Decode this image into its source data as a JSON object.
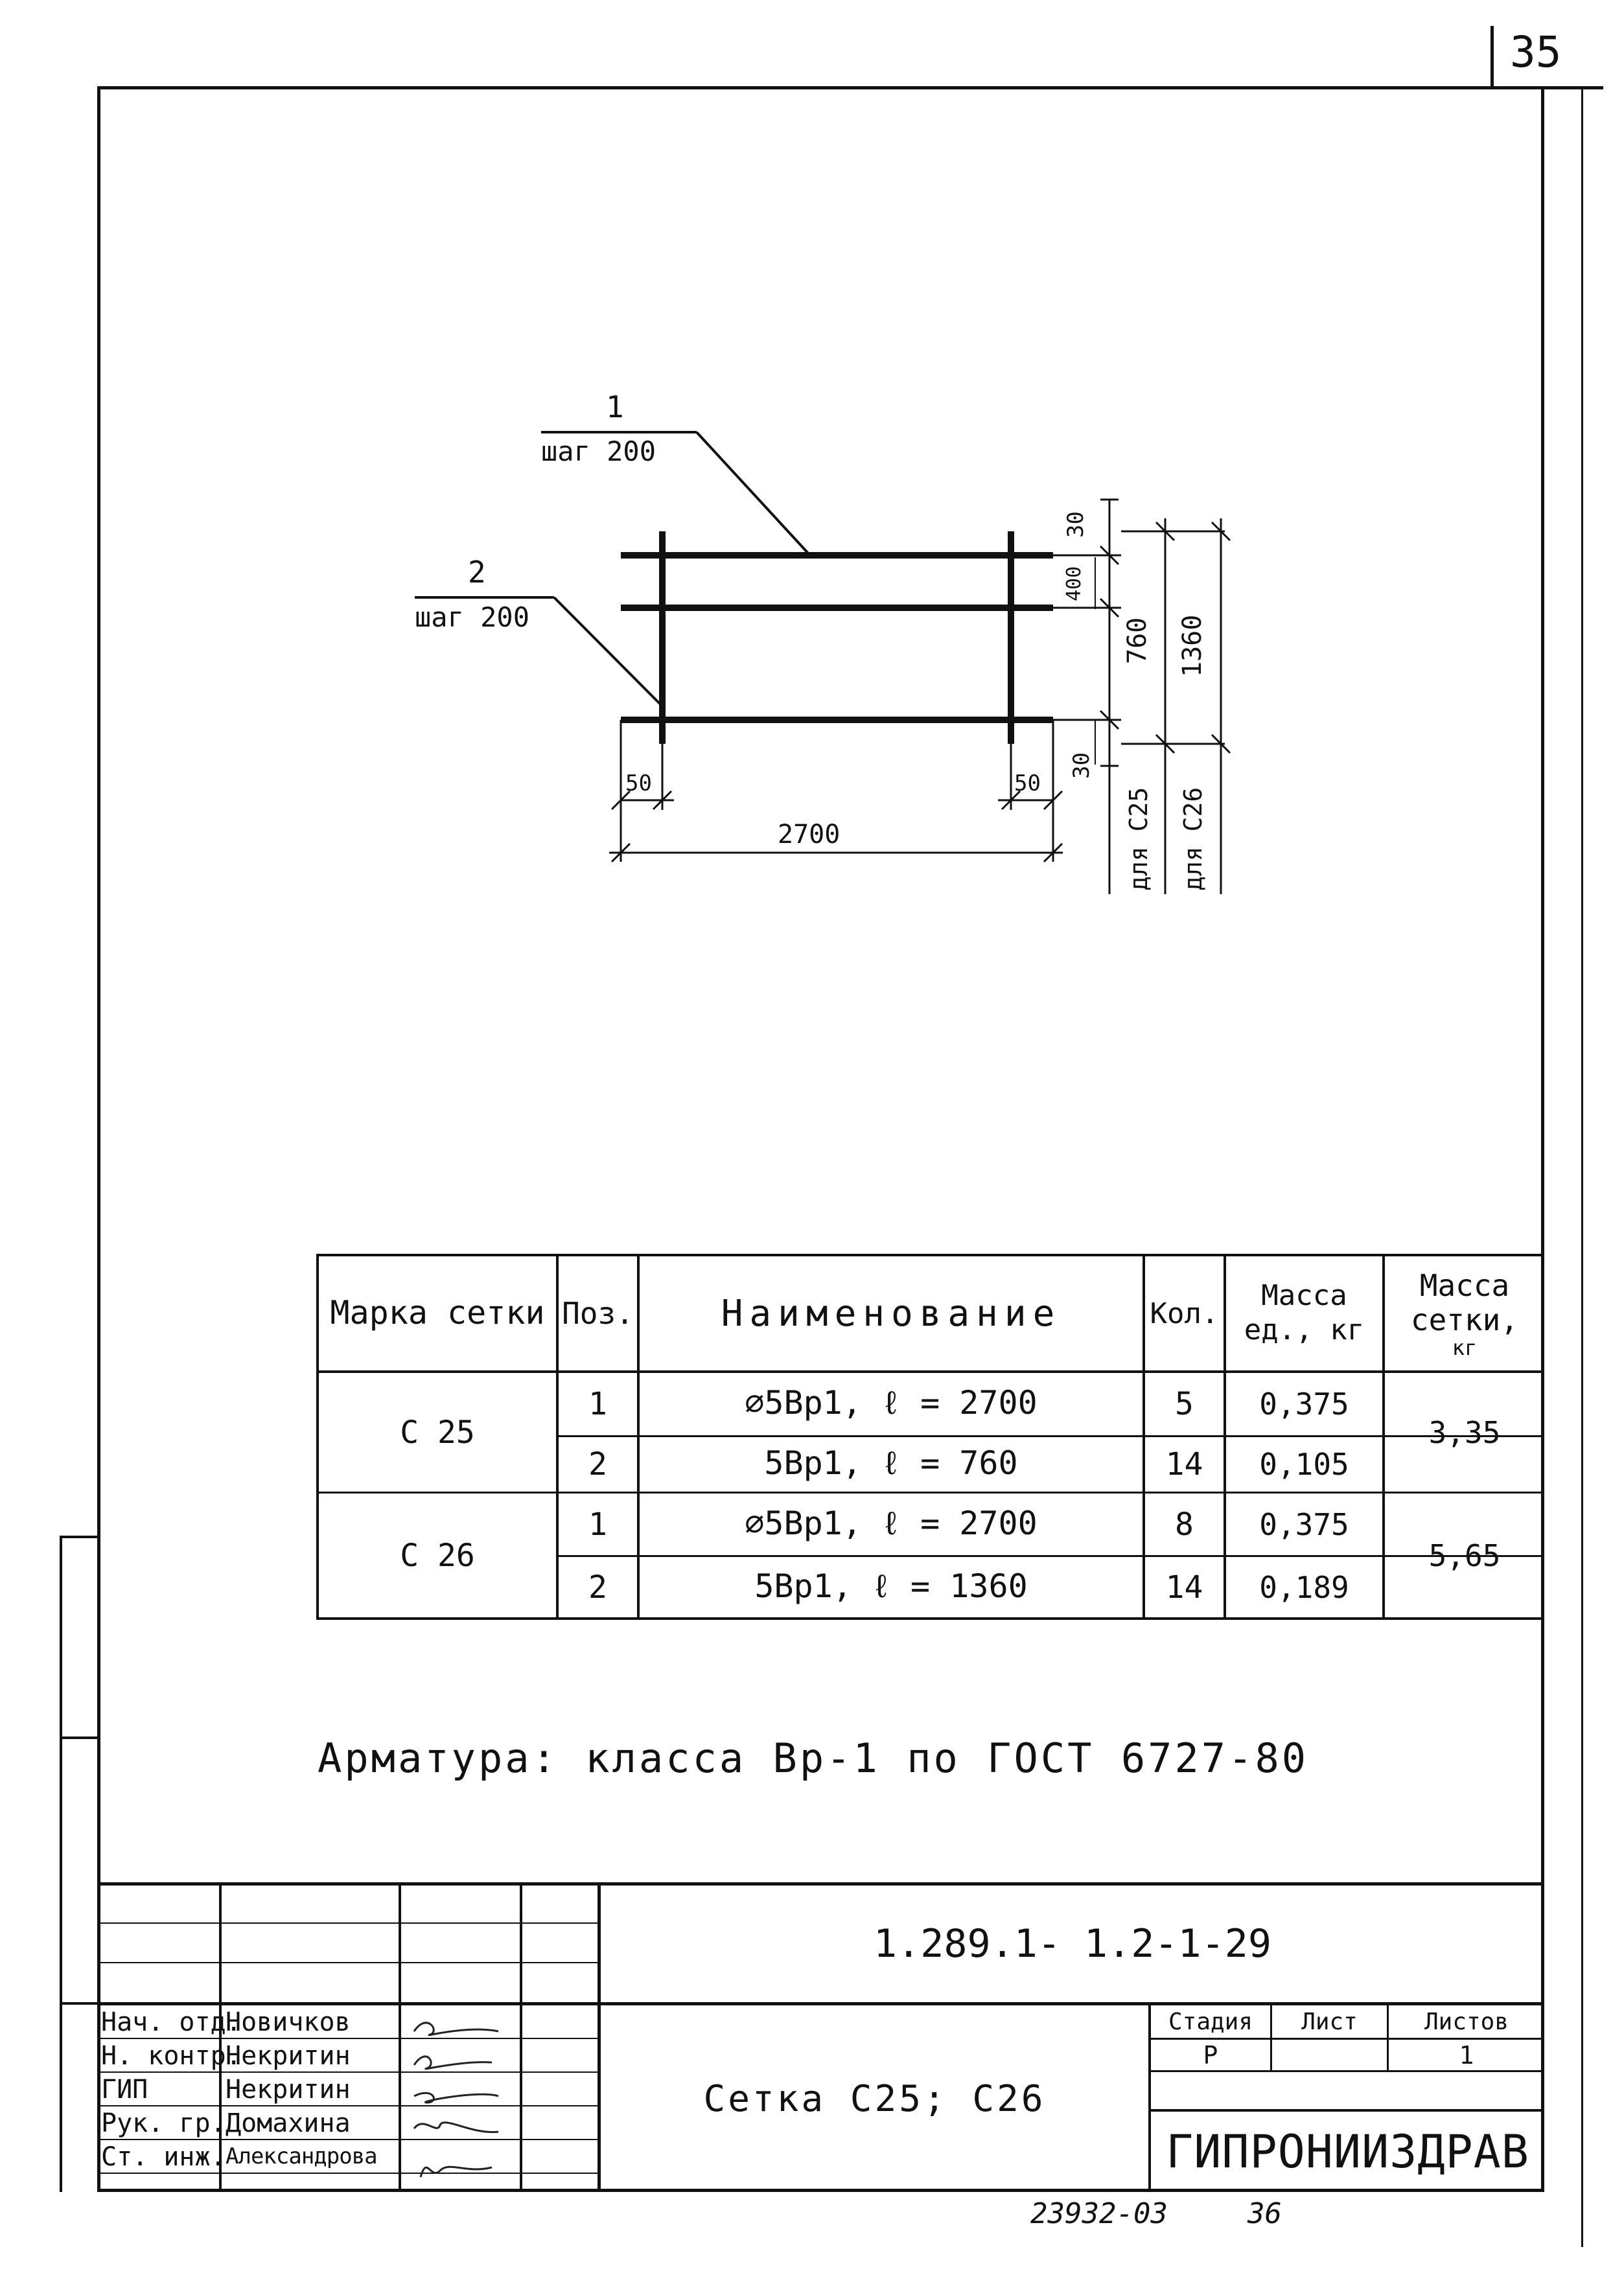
{
  "sheet_number": "35",
  "drawing": {
    "pos1_label": "1",
    "pos1_step": "шаг 200",
    "pos2_label": "2",
    "pos2_step": "шаг 200",
    "dim_30_top": "30",
    "dim_400": "400",
    "dim_760": "760",
    "dim_1360": "1360",
    "dim_30_bottom": "30",
    "dim_50_left": "50",
    "dim_50_right": "50",
    "dim_2700": "2700",
    "note_c25": "для С25",
    "note_c26": "для С26"
  },
  "spec_table": {
    "headers": {
      "mark": "Марка сетки",
      "pos": "Поз.",
      "name": "Наименование",
      "qty": "Кол.",
      "mass_unit": "Масса ед., кг",
      "mass_mesh_a": "Масса сетки,",
      "mass_mesh_b": "кг"
    },
    "groups": [
      {
        "mark": "С 25",
        "mass_mesh": "3,35",
        "rows": [
          {
            "pos": "1",
            "name": "∅5Вр1, ℓ = 2700",
            "qty": "5",
            "mass": "0,375"
          },
          {
            "pos": "2",
            "name": "5Вр1, ℓ = 760",
            "qty": "14",
            "mass": "0,105"
          }
        ]
      },
      {
        "mark": "С 26",
        "mass_mesh": "5,65",
        "rows": [
          {
            "pos": "1",
            "name": "∅5Вр1, ℓ = 2700",
            "qty": "8",
            "mass": "0,375"
          },
          {
            "pos": "2",
            "name": "5Вр1, ℓ = 1360",
            "qty": "14",
            "mass": "0,189"
          }
        ]
      }
    ]
  },
  "note": "Арматура: класса Вр-1 по ГОСТ 6727-80",
  "title_block": {
    "doc_code": "1.289.1- 1.2-1-29",
    "title": "Сетка С25; С26",
    "stage_header": "Стадия",
    "sheet_header": "Лист",
    "sheets_header": "Листов",
    "stage_value": "Р",
    "sheet_value": "",
    "sheets_value": "1",
    "org": "ГИПРОНИИЗДРАВ",
    "signers": [
      {
        "role": "Нач. отд.",
        "name": "Новичков"
      },
      {
        "role": "Н. контр.",
        "name": "Некритин"
      },
      {
        "role": "ГИП",
        "name": "Некритин"
      },
      {
        "role": "Рук. гр.",
        "name": "Домахина"
      },
      {
        "role": "Ст. инж.",
        "name": "Александрова"
      }
    ]
  },
  "archive_number": "23932-03",
  "archive_page": "36"
}
